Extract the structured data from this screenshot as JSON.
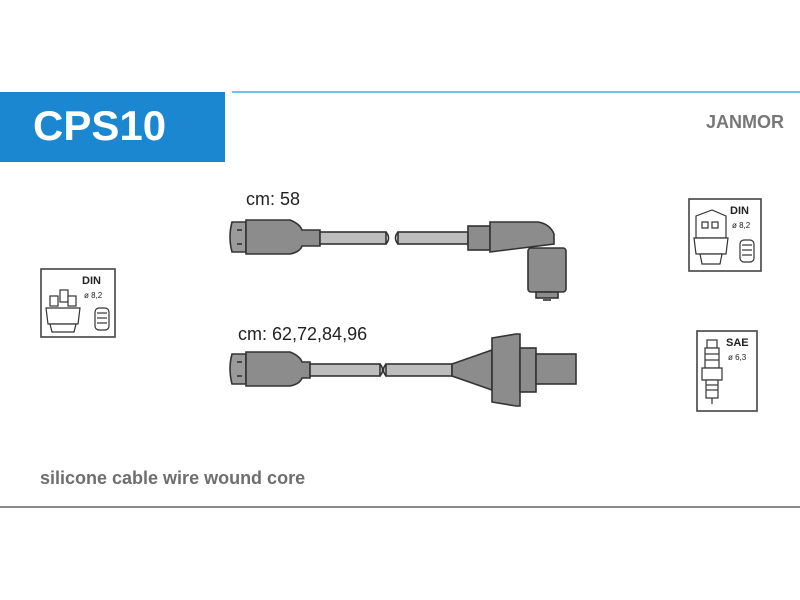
{
  "header": {
    "code": "CPS10",
    "brand": "JANMOR",
    "accent_color": "#1a87d0"
  },
  "cables": [
    {
      "label": "cm: 58"
    },
    {
      "label": "cm: 62,72,84,96"
    }
  ],
  "distributor_left": {
    "standard": "DIN",
    "size": "ø 8,2",
    "icon": "distributor-cap-icon"
  },
  "distributor_right": {
    "standard": "DIN",
    "size": "ø 8,2",
    "icon": "distributor-cap-icon"
  },
  "spark_plug": {
    "standard": "SAE",
    "size": "ø 6,3",
    "icon": "spark-plug-icon"
  },
  "footer": {
    "description": "silicone cable wire wound core"
  }
}
